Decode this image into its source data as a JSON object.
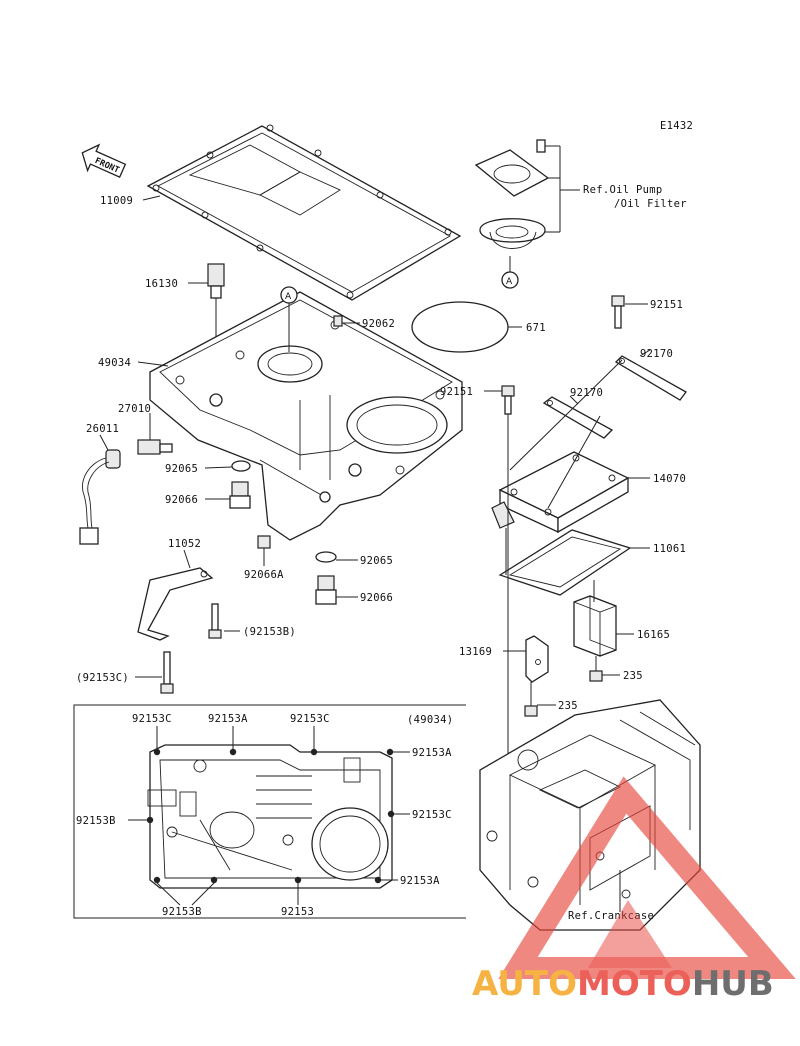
{
  "diagram_code": "E1432",
  "front_arrow_label": "FRONT",
  "ref_circle_label": "A",
  "labels": {
    "p11009": "11009",
    "p16130": "16130",
    "p49034": "49034",
    "p27010": "27010",
    "p26011": "26011",
    "p92065a": "92065",
    "p92066a": "92066",
    "p92066A": "92066A",
    "p92065b": "92065",
    "p92066b": "92066",
    "p11052": "11052",
    "p92153B_paren": "(92153B)",
    "p92153C_paren": "(92153C)",
    "p92062": "92062",
    "p671": "671",
    "ref_oil_pump_1": "Ref.Oil Pump",
    "ref_oil_pump_2": "/Oil Filter",
    "p92151a": "92151",
    "p92170a": "92170",
    "p92151b": "92151",
    "p92170b": "92170",
    "p14070": "14070",
    "p11061": "11061",
    "p16165": "16165",
    "p13169": "13169",
    "p235a": "235",
    "p235b": "235",
    "ref_crankcase": "Ref.Crankcase"
  },
  "inset": {
    "title": "(49034)",
    "top_labels": [
      "92153C",
      "92153A",
      "92153C"
    ],
    "right_labels": [
      "92153A",
      "92153C",
      "92153A"
    ],
    "left_label": "92153B",
    "bottom_labels": [
      "92153B",
      "92153"
    ]
  },
  "watermark": {
    "part1": "AUTO",
    "part2": "MOTO",
    "part3": "HUB",
    "color1": "#f5a623",
    "color2": "#e8453c",
    "color3": "#555555"
  }
}
